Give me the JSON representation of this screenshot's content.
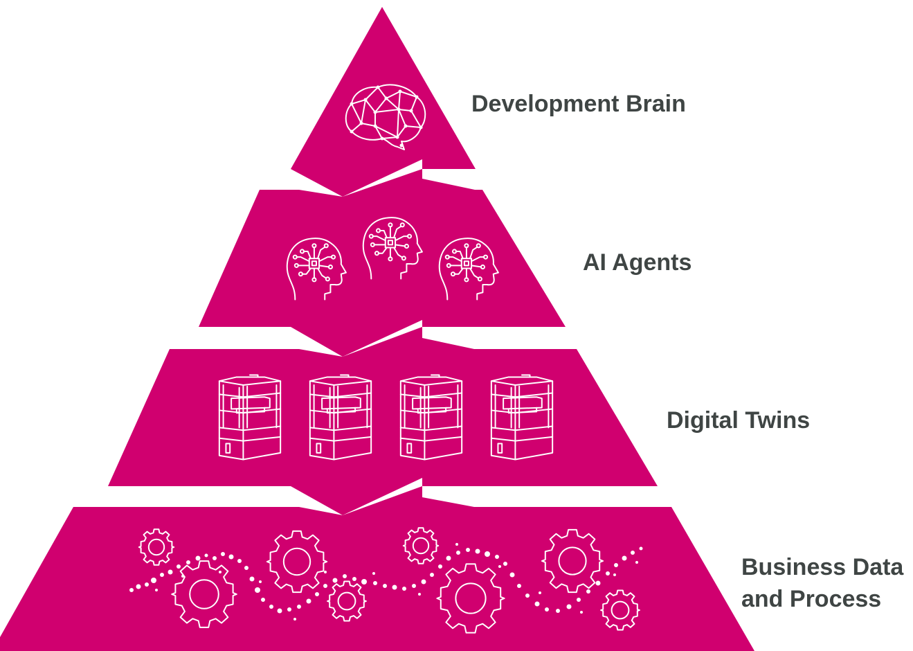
{
  "diagram": {
    "type": "pyramid",
    "fill_color": "#d0006f",
    "label_color": "#3f4544",
    "icon_color": "#ffffff",
    "tiers": [
      {
        "id": "brain",
        "label_lines": [
          "Development Brain"
        ],
        "icon": "brain-network-icon",
        "icon_count": 1
      },
      {
        "id": "agents",
        "label_lines": [
          "AI Agents"
        ],
        "icon": "ai-head-circuit-icon",
        "icon_count": 3
      },
      {
        "id": "twins",
        "label_lines": [
          "Digital Twins"
        ],
        "icon": "machine-cabinet-icon",
        "icon_count": 4
      },
      {
        "id": "business",
        "label_lines": [
          "Business Data",
          "and Process"
        ],
        "icon": "gear-icon",
        "icon_count": 8
      }
    ]
  }
}
